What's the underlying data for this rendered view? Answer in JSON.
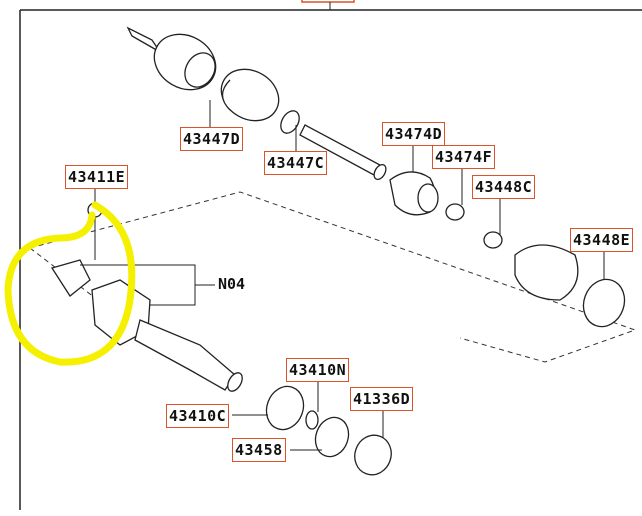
{
  "diagram": {
    "part_labels": {
      "p43447D": "43447D",
      "p43447C": "43447C",
      "p43474D": "43474D",
      "p43474F": "43474F",
      "p43448C": "43448C",
      "p43448E": "43448E",
      "p43411E": "43411E",
      "n04": "N04",
      "p43410N": "43410N",
      "p43410C": "43410C",
      "p41336D": "41336D",
      "p43458": "43458"
    },
    "colors": {
      "label_border": "#d9542a",
      "highlight": "#f5f000",
      "line": "#222222"
    }
  }
}
